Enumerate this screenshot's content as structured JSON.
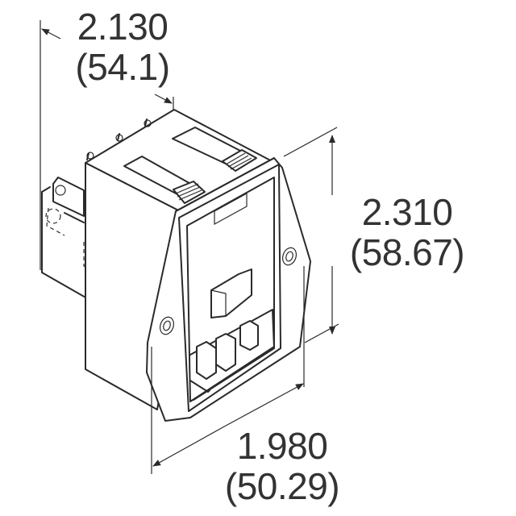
{
  "drawing": {
    "subject": "Panel-mount power entry module with dual rocker switch and fuse holder (isometric view)",
    "colors": {
      "line": "#2a2a2a",
      "text": "#333333",
      "background": "#ffffff"
    }
  },
  "dimensions": {
    "depth": {
      "inches": "2.130",
      "mm": "(54.1)"
    },
    "height": {
      "inches": "2.310",
      "mm": "(58.67)"
    },
    "width": {
      "inches": "1.980",
      "mm": "(50.29)"
    }
  }
}
